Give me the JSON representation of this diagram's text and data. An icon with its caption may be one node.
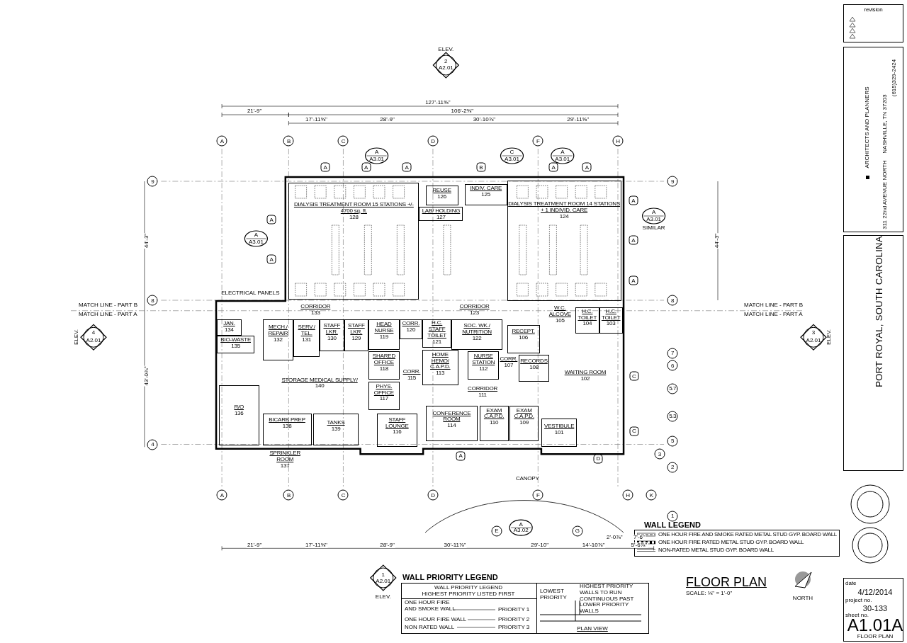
{
  "diagram": {
    "title": "FLOOR PLAN",
    "nodes": [
      {
        "text": [
          "DIALYSIS TREATMENT ROOM 15 STATIONS +/- 4700 sq. ft.",
          "128"
        ]
      },
      {
        "text": [
          "REUSE",
          "126"
        ]
      },
      {
        "text": [
          "INDIV. CARE",
          "125"
        ]
      },
      {
        "text": [
          "LAB/ HOLDING",
          "127"
        ]
      },
      {
        "text": [
          "DIALYSIS TREATMENT ROOM 14 STATIONS + 1 INDIVID. CARE",
          "124"
        ]
      },
      {
        "text": [
          "CORRIDOR",
          "133"
        ]
      },
      {
        "text": [
          "JAN.",
          "134"
        ]
      },
      {
        "text": [
          "BIO-WASTE",
          "135"
        ]
      },
      {
        "text": [
          "MECH./ REPAIR",
          "132"
        ]
      },
      {
        "text": [
          "SERV./ TEL.",
          "131"
        ]
      },
      {
        "text": [
          "STAFF LKR.",
          "130"
        ]
      },
      {
        "text": [
          "STAFF LKR.",
          "129"
        ]
      },
      {
        "text": [
          "HEAD NURSE",
          "119"
        ]
      },
      {
        "text": [
          "CORR.",
          "120"
        ]
      },
      {
        "text": [
          "H.C. STAFF TOILET",
          "121"
        ]
      },
      {
        "text": [
          "SOC. WK./ NUTRITION",
          "122"
        ]
      },
      {
        "text": [
          "CORRIDOR",
          "123"
        ]
      },
      {
        "text": [
          "RECEPT.",
          "106"
        ]
      },
      {
        "text": [
          "W.C. ALCOVE",
          "105"
        ]
      },
      {
        "text": [
          "H.C. TOILET",
          "104"
        ]
      },
      {
        "text": [
          "H.C. TOILET",
          "103"
        ]
      },
      {
        "text": [
          "SHARED OFFICE",
          "118"
        ]
      },
      {
        "text": [
          "HOME HEMO/ C.A.P.D.",
          "113"
        ]
      },
      {
        "text": [
          "NURSE STATION",
          "112"
        ]
      },
      {
        "text": [
          "CORR.",
          "107"
        ]
      },
      {
        "text": [
          "RECORDS",
          "108"
        ]
      },
      {
        "text": [
          "WAITING ROOM",
          "102"
        ]
      },
      {
        "text": [
          "CORR.",
          "115"
        ]
      },
      {
        "text": [
          "PHYS. OFFICE",
          "117"
        ]
      },
      {
        "text": [
          "CORRIDOR",
          "111"
        ]
      },
      {
        "text": [
          "STORAGE MEDICAL SUPPLY/",
          "140"
        ]
      },
      {
        "text": [
          "R/O",
          "136"
        ]
      },
      {
        "text": [
          "BICARB PREP",
          "138"
        ]
      },
      {
        "text": [
          "TANKS",
          "139"
        ]
      },
      {
        "text": [
          "STAFF LOUNGE",
          "116"
        ]
      },
      {
        "text": [
          "CONFERENCE ROOM",
          "114"
        ]
      },
      {
        "text": [
          "EXAM C.A.P.D.",
          "110"
        ]
      },
      {
        "text": [
          "EXAM C.A.P.D.",
          "109"
        ]
      },
      {
        "text": [
          "VESTIBULE",
          "101"
        ]
      },
      {
        "text": [
          "SPRINKLER ROOM",
          "137"
        ]
      },
      {
        "text": [
          "CANOPY"
        ]
      },
      {
        "text": [
          "revision"
        ]
      }
    ],
    "labels": [
      "ELEV.",
      "2",
      "A2.01",
      "127'-11⅝\"",
      "21'-9\"",
      "106'-2⅝\"",
      "17'-11⅝\"",
      "28'-9\"",
      "30'-10⅞\"",
      "29'-11⅝\"",
      "A",
      "B",
      "C",
      "D",
      "F",
      "H",
      "A",
      "A",
      "A",
      "B",
      "A",
      "A",
      "A",
      "A3.01",
      "C",
      "A3.01",
      "A",
      "A3.01",
      "9",
      "9",
      "A",
      "A",
      "A",
      "A3.01",
      "A",
      "A3.01",
      "SIMILAR",
      "A",
      "A",
      "A",
      "44'-3\"",
      "44'-3\"",
      "8",
      "8",
      "MATCH LINE - PART B",
      "MATCH LINE - PART A",
      "MATCH LINE - PART B",
      "MATCH LINE - PART A",
      "ELEV.",
      "4",
      "A2.01",
      "ELEV.",
      "3",
      "A2.01",
      "ELECTRICAL PANELS",
      "43'-0⅞\"",
      "7",
      "6",
      "5.7",
      "5.3",
      "5",
      "3",
      "2",
      "1",
      "4",
      "C",
      "C",
      "D",
      "A",
      "A",
      "B",
      "C",
      "D",
      "F",
      "H",
      "K",
      "E",
      "G",
      "A",
      "A3.02",
      "21'-9\"",
      "17'-11⅝\"",
      "28'-9\"",
      "30'-11⅞\"",
      "29'-10\"",
      "14'-10⅞\"",
      "2'-0⅞\"",
      "7'-6\"",
      "5'-6⅞\"",
      "1",
      "A2.01",
      "ELEV.",
      "WALL PRIORITY LEGEND",
      "WALL PRIORITY LEGEND",
      "HIGHEST PRIORITY LISTED FIRST",
      "ONE HOUR FIRE AND SMOKE WALL",
      "PRIORITY 1",
      "ONE HOUR FIRE WALL",
      "PRIORITY 2",
      "NON RATED WALL",
      "PRIORITY 3",
      "LOWEST PRIORITY",
      "HIGHEST PRIORITY WALLS TO RUN CONTINUOUS PAST LOWER PRIORITY WALLS",
      "PLAN VIEW",
      "WALL LEGEND",
      "SCALE: ⅛\" = 1'-0\"",
      "NORTH",
      "ARCHITECTS AND PLANNERS",
      "311 22nd AVENUE NORTH",
      "NASHVILLE, TN 37203",
      "(615)329-2424",
      "PORT ROYAL, SOUTH CAROLINA",
      "date",
      "4/12/2014",
      "project no.",
      "30-133",
      "sheet no.",
      "A1.01A",
      "FLOOR PLAN"
    ],
    "legend": [
      {
        "text": "ONE HOUR FIRE AND SMOKE RATED METAL STUD GYP. BOARD WALL"
      },
      {
        "text": "ONE HOUR FIRE RATED METAL STUD GYP. BOARD WALL"
      },
      {
        "text": "NON-RATED METAL STUD GYP. BOARD WALL"
      }
    ]
  }
}
